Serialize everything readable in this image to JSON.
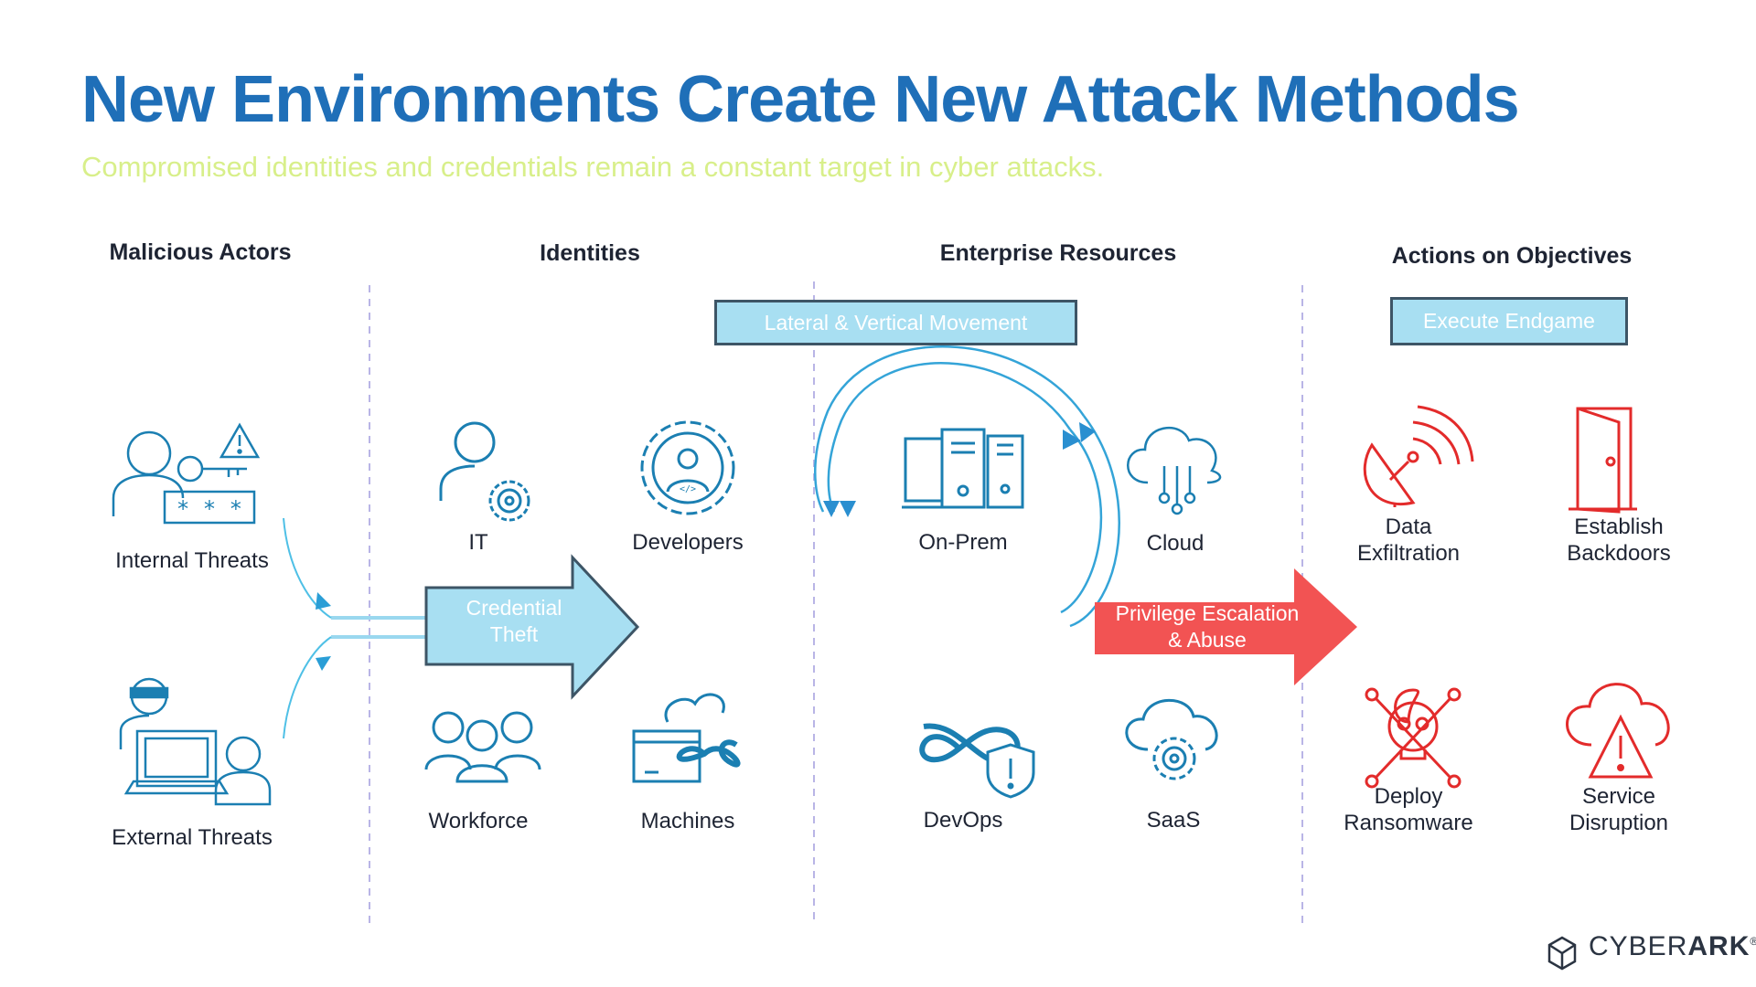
{
  "title": "New Environments Create New Attack Methods",
  "subtitle": "Compromised identities and credentials remain a constant target in cyber attacks.",
  "columns": {
    "malicious_actors": "Malicious Actors",
    "identities": "Identities",
    "enterprise_resources": "Enterprise Resources",
    "actions_on_objectives": "Actions on Objectives"
  },
  "actors": {
    "internal": "Internal Threats",
    "external": "External Threats"
  },
  "identities": {
    "it": "IT",
    "developers": "Developers",
    "workforce": "Workforce",
    "machines": "Machines"
  },
  "resources": {
    "on_prem": "On-Prem",
    "cloud": "Cloud",
    "devops": "DevOps",
    "saas": "SaaS"
  },
  "objectives": {
    "data_exfiltration": [
      "Data",
      "Exfiltration"
    ],
    "establish_backdoors": [
      "Establish",
      "Backdoors"
    ],
    "deploy_ransomware": [
      "Deploy",
      "Ransomware"
    ],
    "service_disruption": [
      "Service",
      "Disruption"
    ]
  },
  "tags": {
    "lateral_movement": "Lateral & Vertical Movement",
    "execute_endgame": "Execute Endgame"
  },
  "arrows": {
    "credential_theft": [
      "Credential",
      "Theft"
    ],
    "privilege_escalation": [
      "Privilege Escalation",
      "& Abuse"
    ]
  },
  "logo": {
    "light": "CYBER",
    "bold": "ARK",
    "mark": "®"
  },
  "colors": {
    "title_blue": "#1f6fb8",
    "subtitle_green": "#d8ef8a",
    "icon_blue": "#1b7fb2",
    "icon_red": "#e32b2b",
    "light_blue": "#a8dff2",
    "flow_red": "#f25353"
  }
}
